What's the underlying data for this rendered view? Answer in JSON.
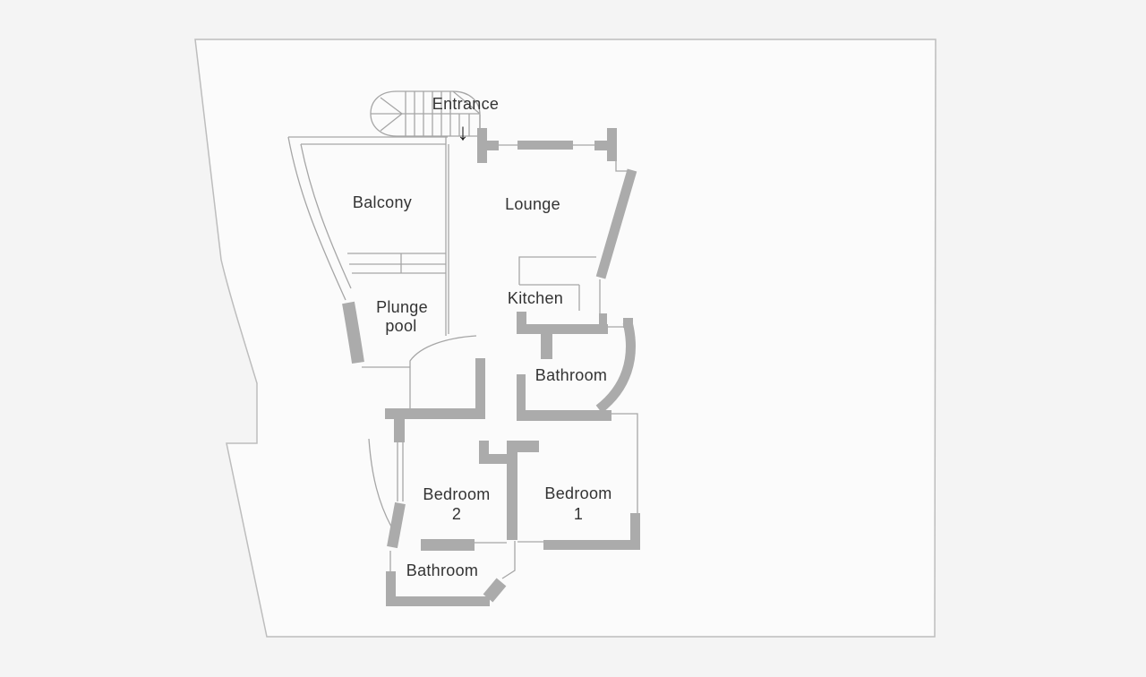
{
  "floorplan": {
    "labels": {
      "entrance": "Entrance",
      "entrance_arrow": "↓",
      "balcony": "Balcony",
      "lounge": "Lounge",
      "kitchen": "Kitchen",
      "plunge_pool_line1": "Plunge",
      "plunge_pool_line2": "pool",
      "bathroom_upper": "Bathroom",
      "bedroom2_line1": "Bedroom",
      "bedroom2_line2": "2",
      "bedroom1_line1": "Bedroom",
      "bedroom1_line2": "1",
      "bathroom_lower": "Bathroom"
    },
    "colors": {
      "background": "#f4f4f4",
      "plot_interior": "#fbfbfb",
      "boundary_line": "#bdbdbd",
      "wall": "#ababab",
      "thin_line": "#a6a6a6",
      "text": "#333333"
    }
  }
}
